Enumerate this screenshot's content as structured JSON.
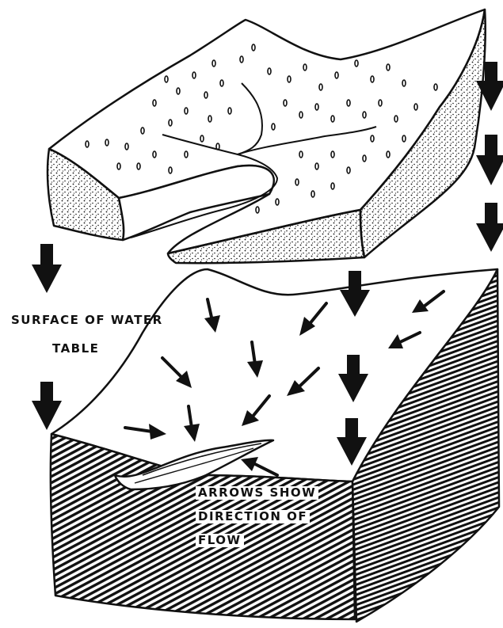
{
  "labels": {
    "water_table_line1": "SURFACE OF WATER",
    "water_table_line2": "TABLE",
    "flow_line1": "ARROWS SHOW",
    "flow_line2": "DIRECTION OF",
    "flow_line3": "FLOW"
  },
  "colors": {
    "ink": "#111111",
    "paper": "#ffffff"
  }
}
